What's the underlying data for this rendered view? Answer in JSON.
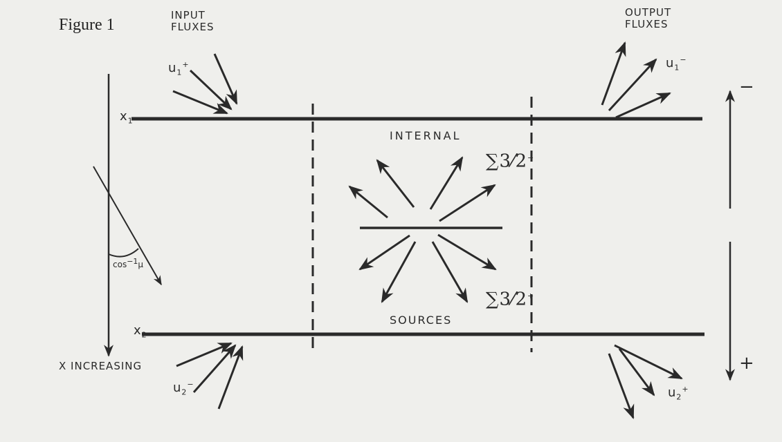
{
  "figure": {
    "title": "Figure 1",
    "input_fluxes": "INPUT FLUXES",
    "output_fluxes": "OUTPUT FLUXES",
    "internal": "INTERNAL",
    "sources": "SOURCES",
    "x_increasing": "X INCREASING",
    "x1": {
      "base": "x",
      "sub": "1"
    },
    "x2": {
      "base": "x",
      "sub": "2"
    },
    "u1_plus": {
      "base": "u",
      "sub": "1",
      "sup": "+"
    },
    "u1_minus": {
      "base": "u",
      "sub": "1",
      "sup": "−"
    },
    "u2_plus": {
      "base": "u",
      "sub": "2",
      "sup": "+"
    },
    "u2_minus": {
      "base": "u",
      "sub": "2",
      "sup": "−"
    },
    "sigma_minus": {
      "base": "∑3⁄2",
      "sup": "−"
    },
    "sigma_plus": {
      "base": "∑3⁄2",
      "sup": "+"
    },
    "angle": {
      "base": "cos",
      "sup": "−1",
      "tail": "μ"
    },
    "minus_sign": "−",
    "plus_sign": "+"
  }
}
